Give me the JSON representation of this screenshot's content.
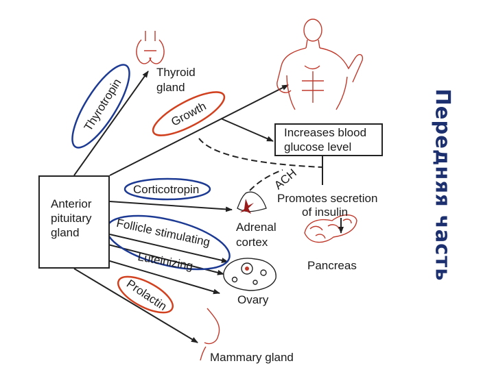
{
  "colors": {
    "line": "#222222",
    "blue": "#1c3a93",
    "red": "#d2411f",
    "sketch": "#c0392b",
    "slide_title": "#1c2f6e"
  },
  "slide_title": "Передняя часть",
  "source": {
    "lines": [
      "Anterior",
      "pituitary",
      "gland"
    ]
  },
  "hormones": {
    "thyrotropin": "Thyrotropin",
    "growth": "Growth",
    "corticotropin": "Corticotropin",
    "follicle": "Follicle stimulating",
    "luteinizing": "Luteinizing",
    "prolactin": "Prolactin",
    "ach": "ACH"
  },
  "targets": {
    "thyroid": [
      "Thyroid",
      "gland"
    ],
    "glucose": [
      "Increases blood",
      "glucose level"
    ],
    "insulin": [
      "Promotes secretion",
      "of insulin"
    ],
    "adrenal": [
      "Adrenal",
      "cortex"
    ],
    "pancreas": "Pancreas",
    "ovary": "Ovary",
    "mammary": "Mammary gland"
  },
  "icons": [
    "thyroid-gland-icon",
    "human-torso-icon",
    "adrenal-gland-icon",
    "pancreas-icon",
    "ovary-icon",
    "breast-icon"
  ]
}
